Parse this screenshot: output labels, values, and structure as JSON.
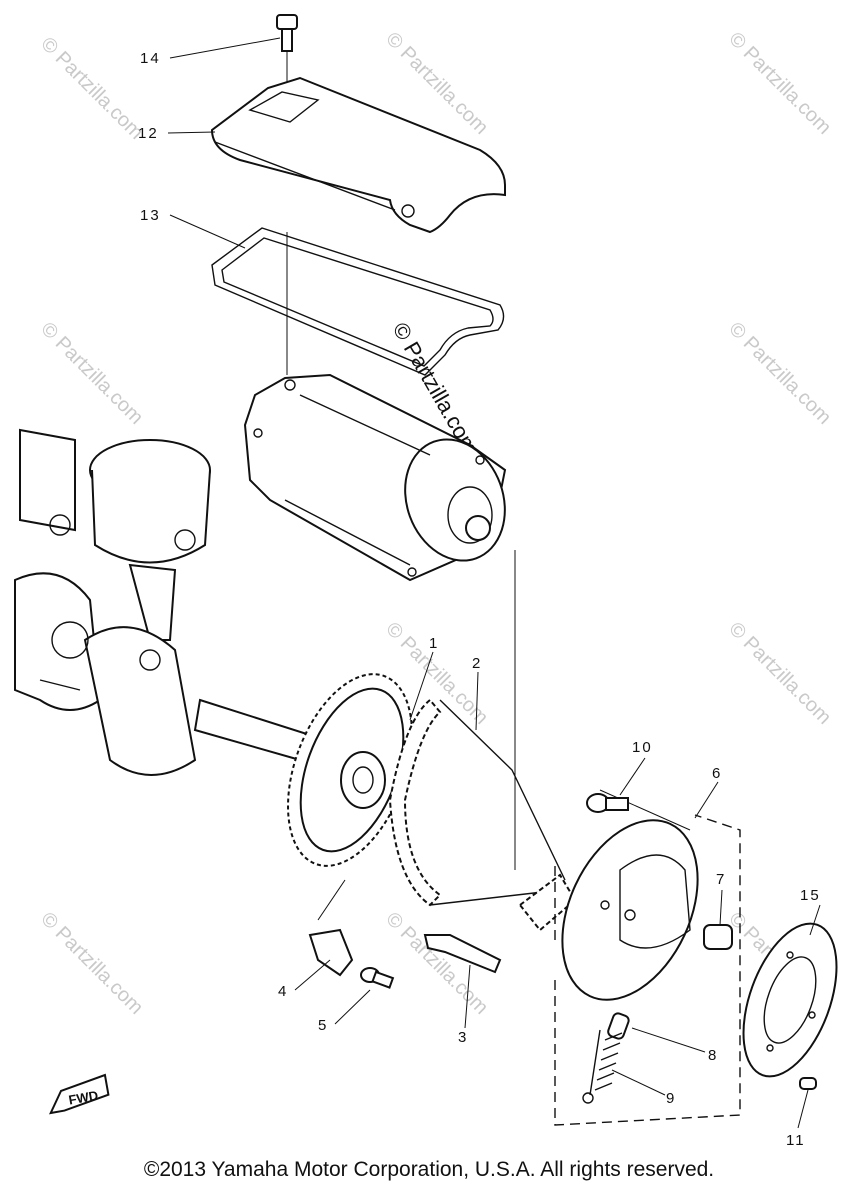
{
  "copyright": "©2013 Yamaha Motor Corporation, U.S.A. All rights reserved.",
  "watermark": "© Partzilla.com",
  "watermark_center": "© Partzilla.com",
  "fwd_label": "FWD",
  "callouts": {
    "c1": "1",
    "c2": "2",
    "c3": "3",
    "c4": "4",
    "c5": "5",
    "c6": "6",
    "c7": "7",
    "c8": "8",
    "c9": "9",
    "c10": "10",
    "c11": "11",
    "c12": "12",
    "c13": "13",
    "c14": "14",
    "c15": "15"
  }
}
